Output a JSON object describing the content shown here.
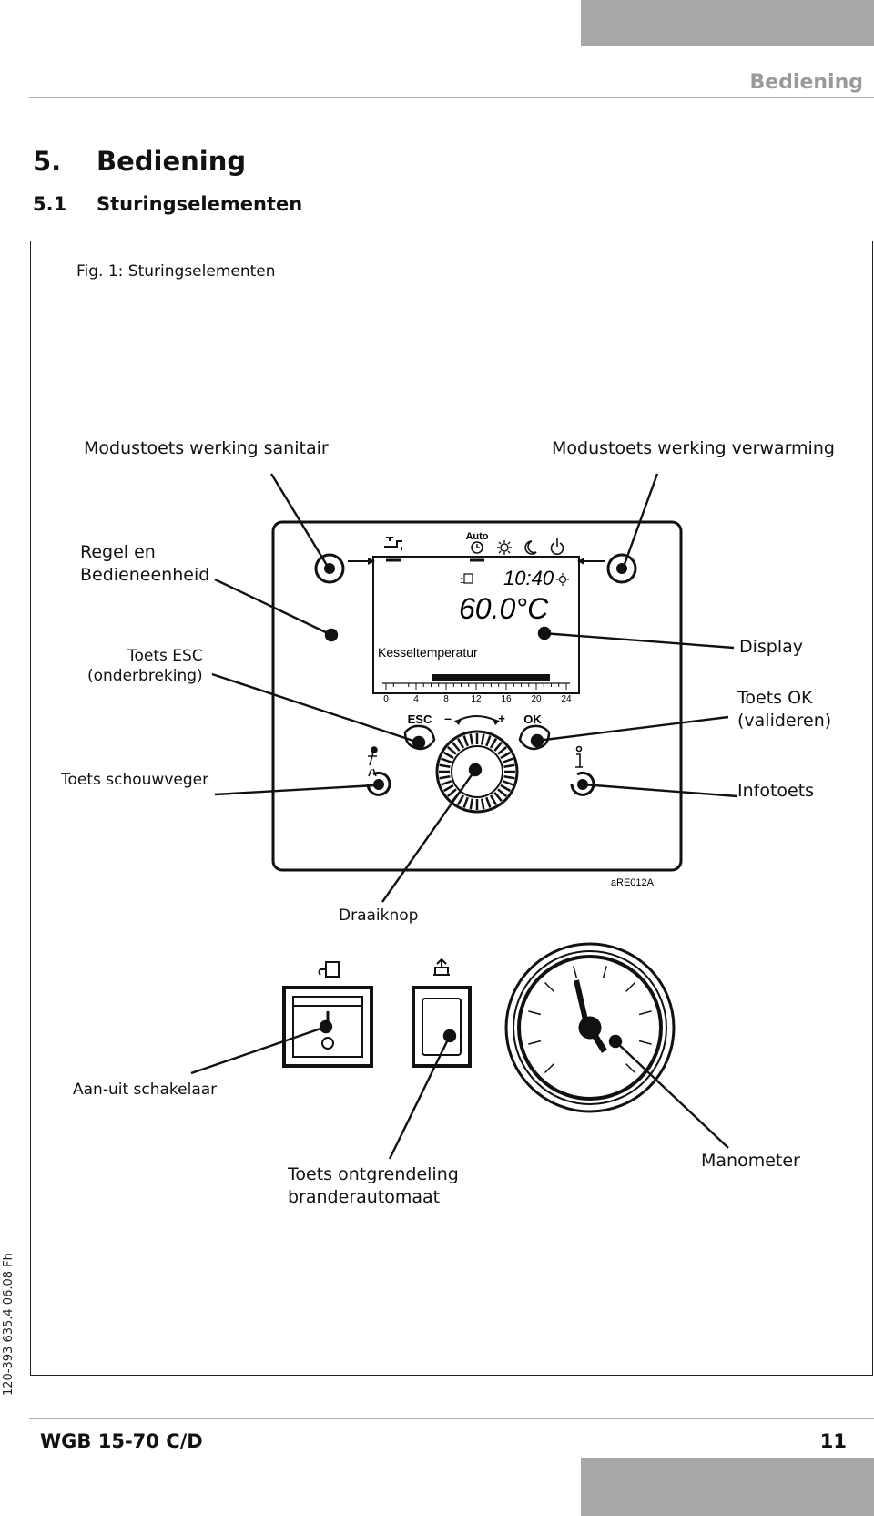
{
  "header": {
    "title": "Bediening"
  },
  "section": {
    "num": "5.",
    "title": "Bediening"
  },
  "subsection": {
    "num": "5.1",
    "title": "Sturingselementen"
  },
  "figure": {
    "caption": "Fig. 1:  Sturingselementen",
    "labels": {
      "mode_sanitary": "Modustoets werking sanitair",
      "mode_heating": "Modustoets werking verwarming",
      "control_unit_1": "Regel en",
      "control_unit_2": "Bedieneenheid",
      "esc_1": "Toets ESC",
      "esc_2": "(onderbreking)",
      "display": "Display",
      "ok_1": "Toets OK",
      "ok_2": "(valideren)",
      "chimney": "Toets schouwveger",
      "info": "Infotoets",
      "knob": "Draaiknop",
      "power_switch": "Aan-uit schakelaar",
      "reset_1": "Toets ontgrendeling",
      "reset_2": "branderautomaat",
      "manometer": "Manometer"
    },
    "panel": {
      "auto": "Auto",
      "time": "10:40",
      "temp": "60.0°C",
      "circuit": "1",
      "param": "Kesseltemperatur",
      "ticks": [
        "0",
        "4",
        "8",
        "12",
        "16",
        "20",
        "24"
      ],
      "esc": "ESC",
      "minus": "–",
      "plus": "+",
      "ok": "OK",
      "code": "aRE012A"
    }
  },
  "side_code": "120-393 635.4 06.08 Fh",
  "footer": {
    "model": "WGB 15-70 C/D",
    "page": "11"
  }
}
